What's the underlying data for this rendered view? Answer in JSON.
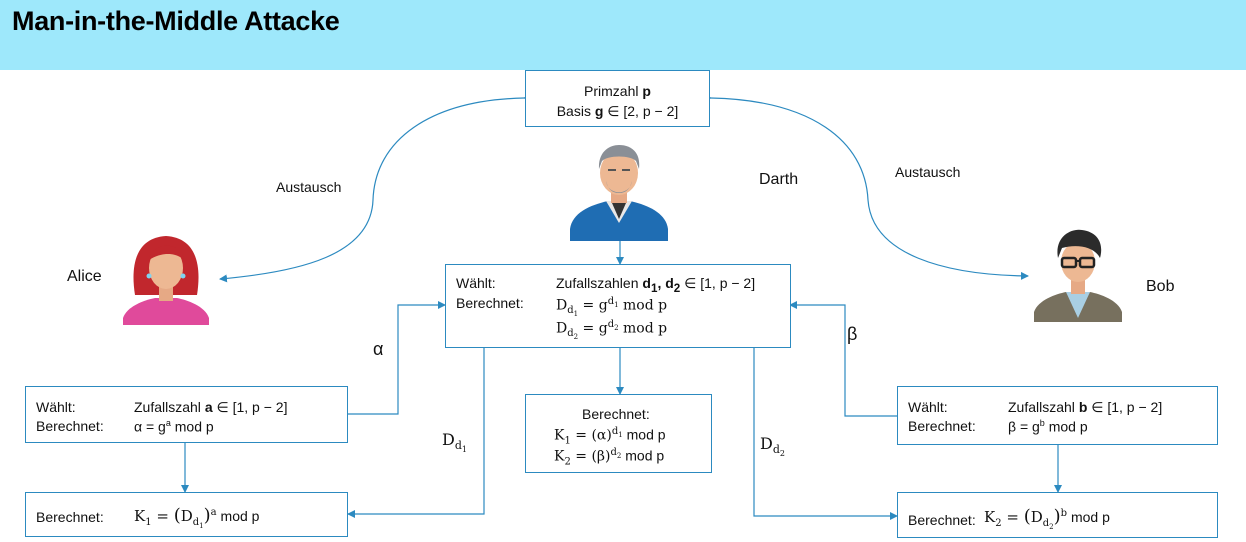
{
  "title": "Man-in-the-Middle Attacke",
  "labels": {
    "alice": "Alice",
    "bob": "Bob",
    "darth": "Darth",
    "exchange_left": "Austausch",
    "exchange_right": "Austausch",
    "alpha": "α",
    "beta": "β",
    "d_left": "D",
    "d_left_sub": "d",
    "d_left_subsub": "1",
    "d_right": "D",
    "d_right_sub": "d",
    "d_right_subsub": "2"
  },
  "top_box": {
    "line1_prefix": "Primzahl ",
    "line1_bold": "p",
    "line2_prefix": "Basis ",
    "line2_bold": "g",
    "line2_suffix": " ∈ [2, p − 2]"
  },
  "darth_box": {
    "label_choose": "Wählt:",
    "label_compute": "Berechnet:",
    "choose_text": "Zufallszahlen ",
    "choose_d1": "d",
    "choose_d1_sub": "1",
    "choose_sep": ", ",
    "choose_d2": "d",
    "choose_d2_sub": "2",
    "choose_range": " ∈ [1, p − 2]",
    "eq1_mod": " mod p",
    "eq2_mod": " mod p"
  },
  "center_box": {
    "heading": "Berechnet:",
    "k1_mod": " mod p",
    "k2_mod": " mod p"
  },
  "alice_box": {
    "label_choose": "Wählt:",
    "label_compute": "Berechnet:",
    "choose_text": "Zufallszahl ",
    "choose_bold": "a",
    "choose_range": " ∈ [1, p − 2]",
    "compute_text": "α = g",
    "compute_sup": "a",
    "compute_mod": " mod p"
  },
  "bob_box": {
    "label_choose": "Wählt:",
    "label_compute": "Berechnet:",
    "choose_text": "Zufallszahl ",
    "choose_bold": "b",
    "choose_range": " ∈ [1, p − 2]",
    "compute_text": "β = g",
    "compute_sup": "b",
    "compute_mod": " mod p"
  },
  "alice_result": {
    "label": "Berechnet:",
    "mod": " mod p"
  },
  "bob_result": {
    "label": "Berechnet:",
    "mod": " mod p"
  },
  "colors": {
    "banner": "#9ee8fb",
    "line": "#2c8ac0"
  },
  "icons": [
    "alice-avatar-icon",
    "darth-avatar-icon",
    "bob-avatar-icon"
  ]
}
